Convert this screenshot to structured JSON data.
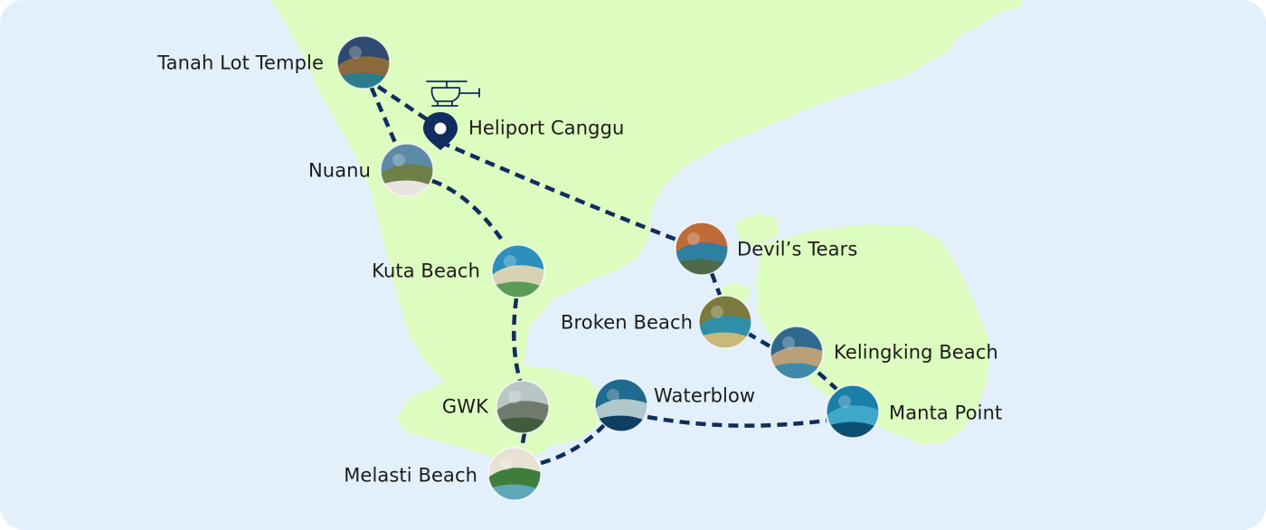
{
  "colors": {
    "sea": "#e3f0fc",
    "land": "#ddfcc0",
    "route": "#0f2d5e",
    "marker": "#0f2d5e",
    "label": "#1b1b1b"
  },
  "heliport": {
    "label": "Heliport Canggu",
    "icon": "map-pin-icon",
    "secondary_icon": "helicopter-icon"
  },
  "stops": [
    {
      "id": "tanah-lot",
      "label": "Tanah Lot Temple",
      "photo": [
        "#2f4a6e",
        "#8a6a3c",
        "#2b7c8c"
      ]
    },
    {
      "id": "nuanu",
      "label": "Nuanu",
      "photo": [
        "#5d8aa8",
        "#6e7f4a",
        "#e6e6de"
      ]
    },
    {
      "id": "kuta",
      "label": "Kuta Beach",
      "photo": [
        "#2d8fbd",
        "#d8d2b5",
        "#5a9c56"
      ]
    },
    {
      "id": "gwk",
      "label": "GWK",
      "photo": [
        "#b9c6c6",
        "#6f7a6d",
        "#3f5d3b"
      ]
    },
    {
      "id": "melasti",
      "label": "Melasti Beach",
      "photo": [
        "#e8e2d4",
        "#3f7d3b",
        "#5fa8b9"
      ]
    },
    {
      "id": "waterblow",
      "label": "Waterblow",
      "photo": [
        "#1f6a8e",
        "#b0c8cc",
        "#0d3f63"
      ]
    },
    {
      "id": "devils-tears",
      "label": "Devil’s Tears",
      "photo": [
        "#c06a3a",
        "#2f7fa0",
        "#4d6a4a"
      ]
    },
    {
      "id": "broken-beach",
      "label": "Broken Beach",
      "photo": [
        "#7a7a3e",
        "#2f8fa8",
        "#c8b97a"
      ]
    },
    {
      "id": "kelingking",
      "label": "Kelingking Beach",
      "photo": [
        "#2f6a8e",
        "#b9a07a",
        "#3f8aa8"
      ]
    },
    {
      "id": "manta",
      "label": "Manta Point",
      "photo": [
        "#1b7ea8",
        "#3fa8c8",
        "#0d4f73"
      ]
    }
  ]
}
